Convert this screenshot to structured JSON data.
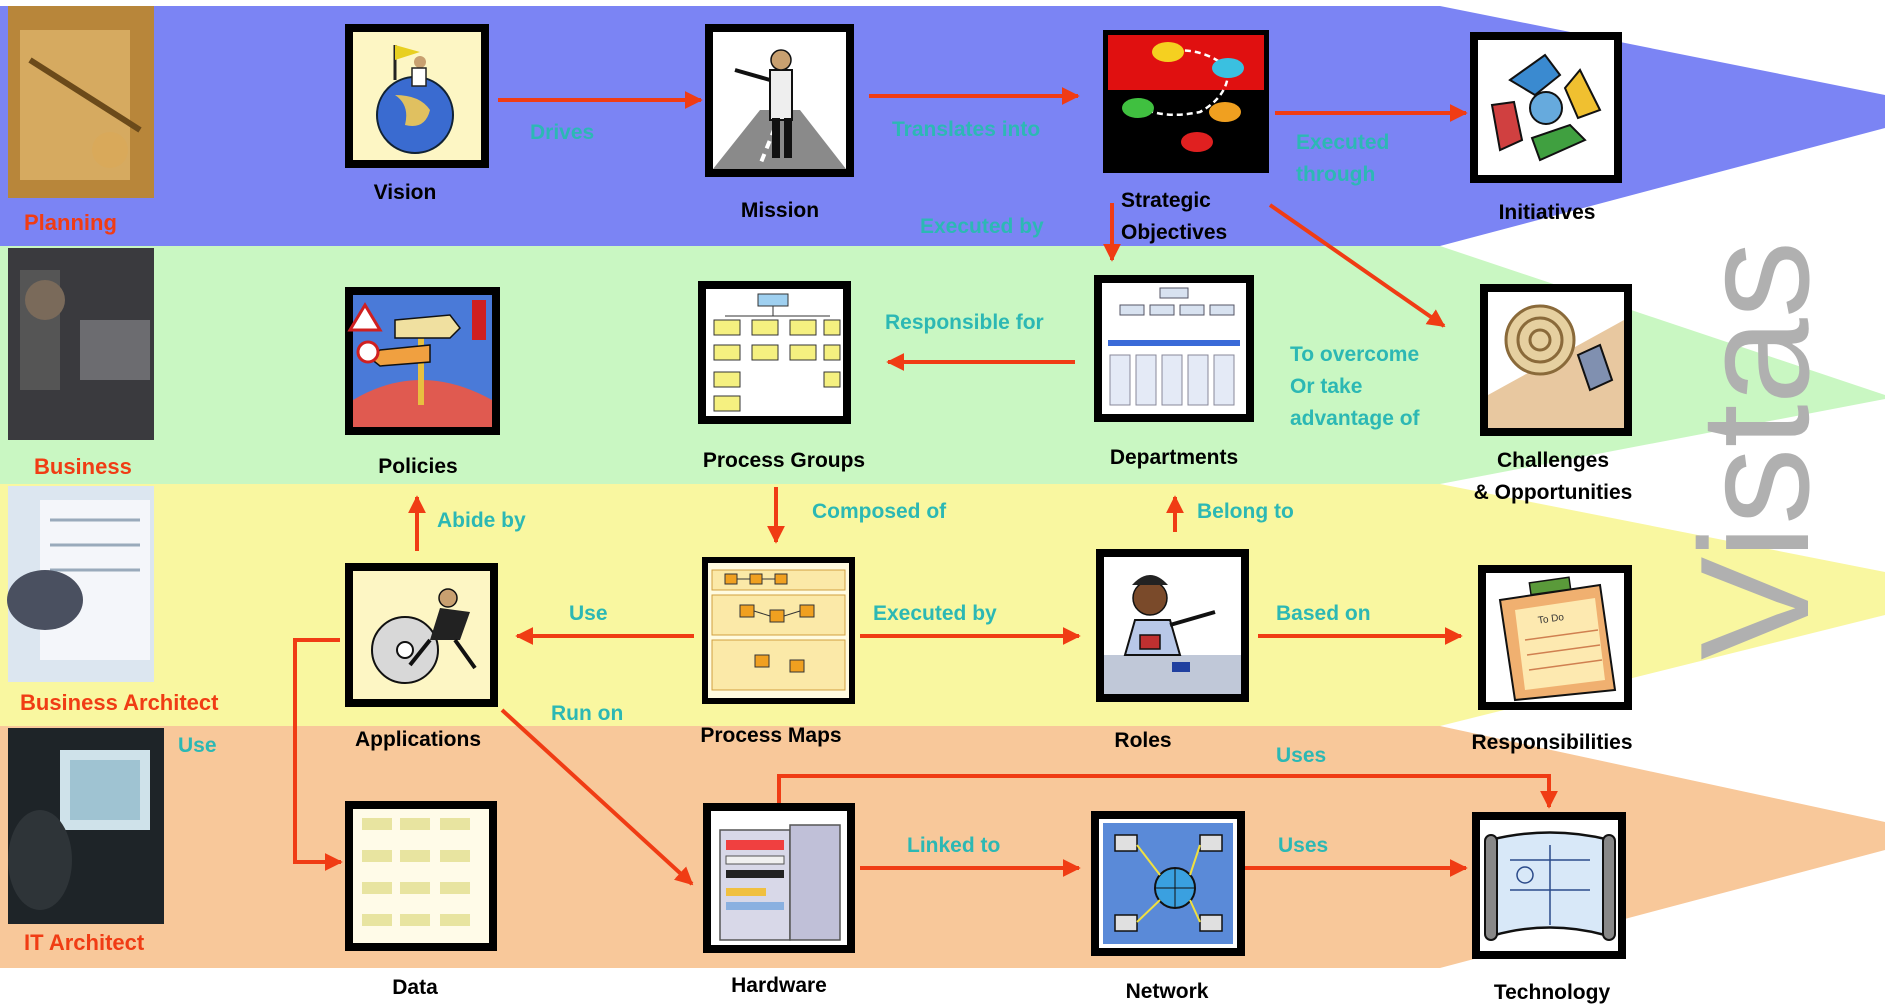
{
  "watermark": "Vistas",
  "colors": {
    "planning_band": "#7b84f4",
    "business_band": "#c9f7c2",
    "architect_band": "#f9f7a0",
    "it_band": "#f8c89a",
    "arrow": "#f03c14",
    "edge_label": "#2cb8b4",
    "band_label": "#f03c14",
    "node_label": "#000000",
    "watermark": "#b0b0b0"
  },
  "bands": [
    {
      "label": "Planning",
      "photo": "calendar-pen-photo"
    },
    {
      "label": "Business",
      "photo": "business-meeting-photo"
    },
    {
      "label": "Business Architect",
      "photo": "document-hand-photo"
    },
    {
      "label": "IT Architect",
      "photo": "computer-user-photo"
    }
  ],
  "nodes": {
    "vision": {
      "label": "Vision",
      "icon": "globe-flag-icon"
    },
    "mission": {
      "label": "Mission",
      "icon": "pointing-man-road-icon"
    },
    "strategic_objectives": {
      "label_line1": "Strategic",
      "label_line2": "Objectives",
      "icon": "strategy-map-icon"
    },
    "initiatives": {
      "label": "Initiatives",
      "icon": "recycle-arrows-icon"
    },
    "policies": {
      "label": "Policies",
      "icon": "signpost-icon"
    },
    "process_groups": {
      "label": "Process Groups",
      "icon": "process-chart-icon"
    },
    "departments": {
      "label": "Departments",
      "icon": "org-chart-icon"
    },
    "challenges": {
      "label_line1": "Challenges",
      "label_line2": "& Opportunities",
      "icon": "boulder-push-icon"
    },
    "applications": {
      "label": "Applications",
      "icon": "cd-runner-icon"
    },
    "process_maps": {
      "label": "Process Maps",
      "icon": "process-map-icon"
    },
    "roles": {
      "label": "Roles",
      "icon": "officer-icon"
    },
    "responsibilities": {
      "label": "Responsibilities",
      "icon": "clipboard-todo-icon"
    },
    "data": {
      "label": "Data",
      "icon": "data-table-icon"
    },
    "hardware": {
      "label": "Hardware",
      "icon": "server-icon"
    },
    "network": {
      "label": "Network",
      "icon": "network-globe-icon"
    },
    "technology": {
      "label": "Technology",
      "icon": "blueprint-scroll-icon"
    }
  },
  "edges": {
    "drives": "Drives",
    "translates_into": "Translates into",
    "executed_through_1": "Executed",
    "executed_through_2": "through",
    "executed_by_top": "Executed by",
    "responsible_for": "Responsible for",
    "overcome_1": "To overcome",
    "overcome_2": "Or take",
    "overcome_3": "advantage of",
    "abide_by": "Abide by",
    "composed_of": "Composed of",
    "belong_to": "Belong to",
    "use_mid": "Use",
    "executed_by_mid": "Executed by",
    "based_on": "Based on",
    "run_on": "Run on",
    "use_left": "Use",
    "uses_top": "Uses",
    "linked_to": "Linked to",
    "uses_bottom": "Uses"
  },
  "todo_text": "To Do"
}
